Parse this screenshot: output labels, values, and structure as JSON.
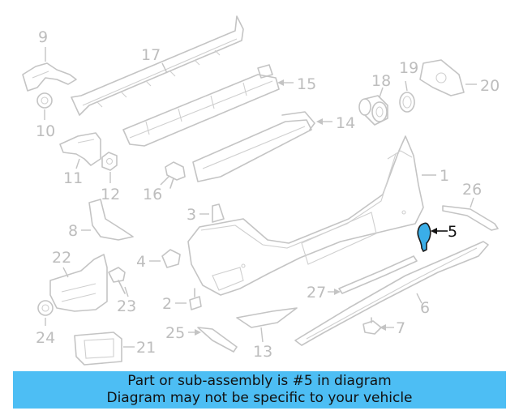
{
  "diagram": {
    "highlighted_part": "5",
    "highlight_color": "#3aaee8",
    "callouts": {
      "c1": "1",
      "c2": "2",
      "c3": "3",
      "c4": "4",
      "c5": "5",
      "c6": "6",
      "c7": "7",
      "c8": "8",
      "c9": "9",
      "c10": "10",
      "c11": "11",
      "c12": "12",
      "c13": "13",
      "c14": "14",
      "c15": "15",
      "c16": "16",
      "c17": "17",
      "c18": "18",
      "c19": "19",
      "c20": "20",
      "c21": "21",
      "c22": "22",
      "c23": "23",
      "c24": "24",
      "c25": "25",
      "c26": "26",
      "c27": "27"
    }
  },
  "banner": {
    "line1": "Part or sub-assembly is #5 in diagram",
    "line2": "Diagram may not be specific to your vehicle",
    "background": "#4dbef4"
  }
}
